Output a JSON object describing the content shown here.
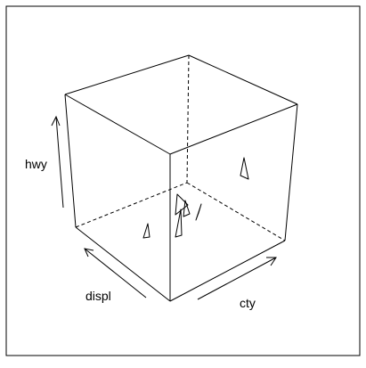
{
  "chart_data": {
    "type": "3d-wireframe",
    "axes": {
      "x": {
        "label": "cty"
      },
      "y": {
        "label": "displ"
      },
      "z": {
        "label": "hwy"
      }
    },
    "box": {
      "style": "wireframe",
      "hidden_edges": "dashed"
    },
    "polygons": [
      {
        "label": ""
      },
      {
        "label": ""
      },
      {
        "label": ""
      },
      {
        "label": ""
      },
      {
        "label": ""
      },
      {
        "label": ""
      }
    ],
    "colors": {
      "line": "#000000",
      "background": "#ffffff",
      "frame": "#000000"
    }
  }
}
